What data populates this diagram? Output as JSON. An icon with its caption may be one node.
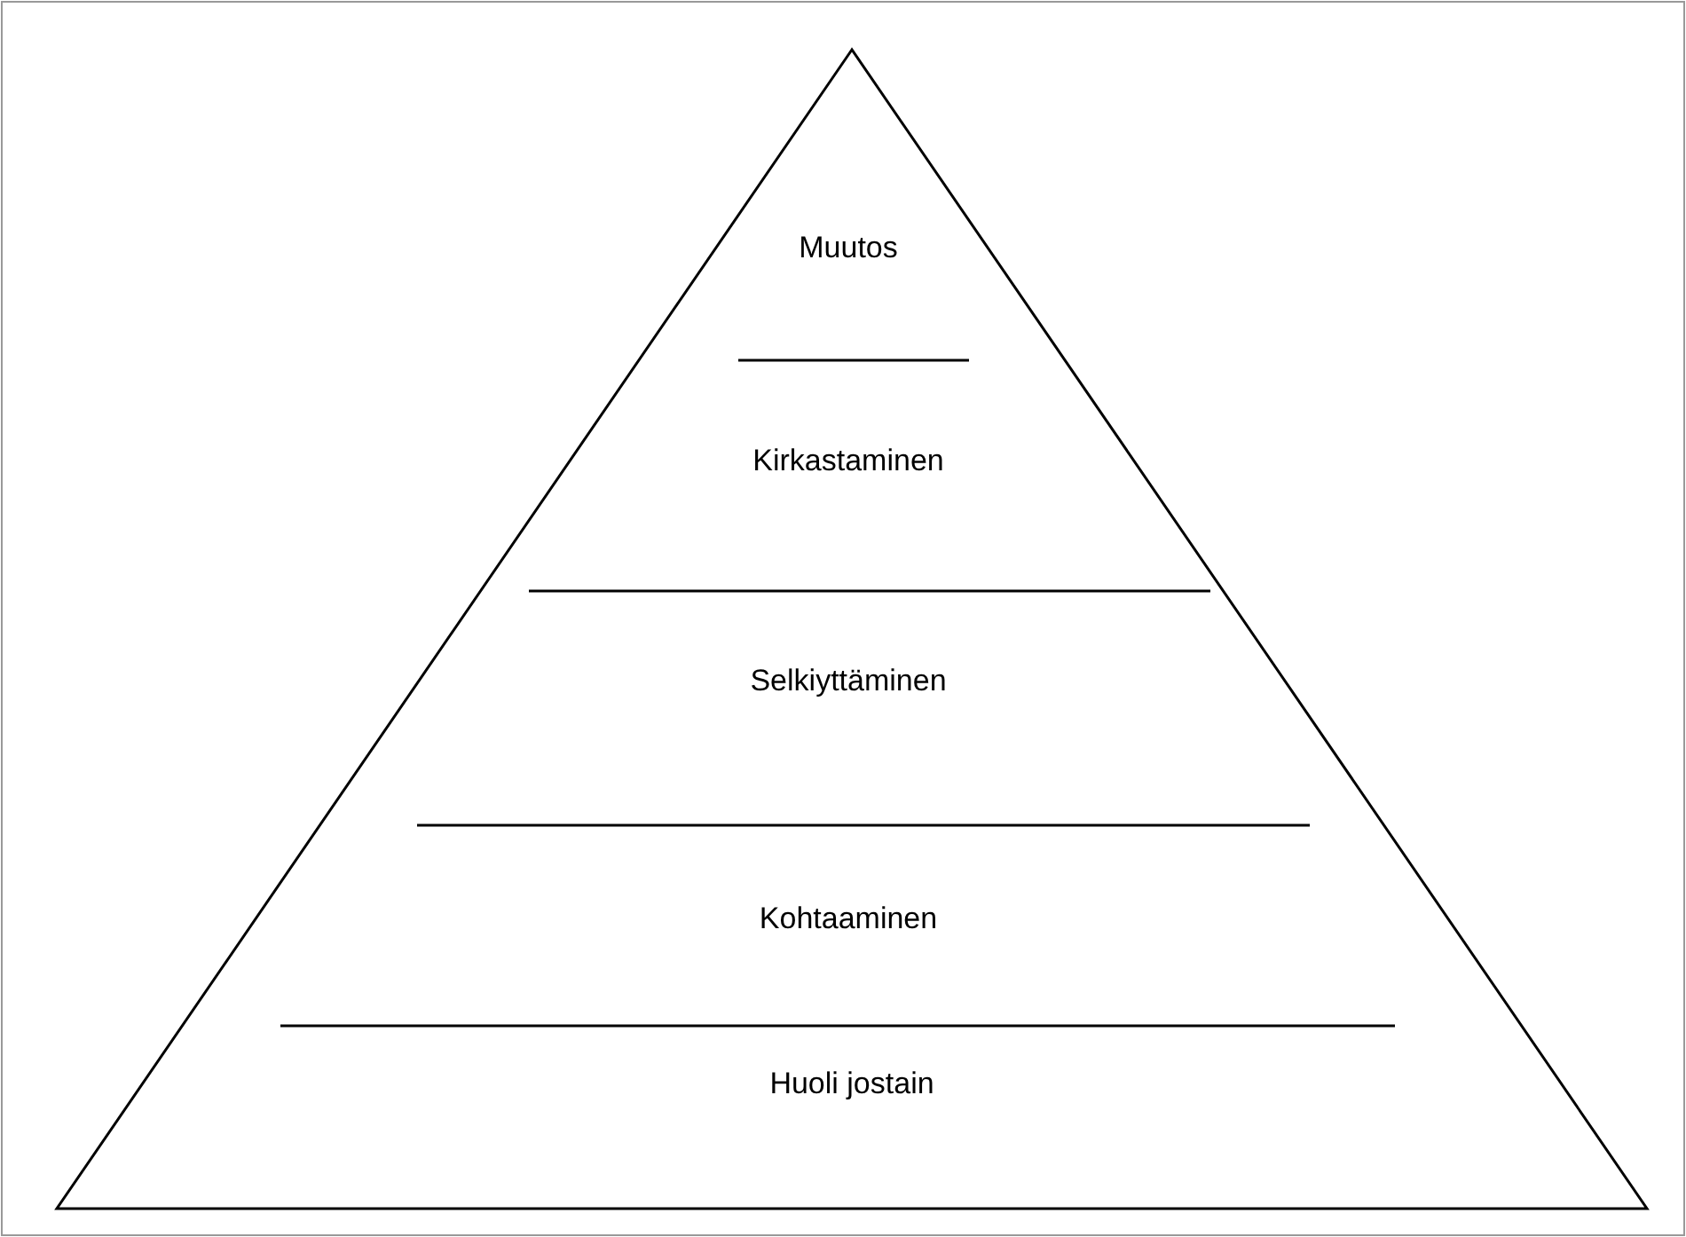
{
  "diagram": {
    "nodes": [
      {
        "text": [
          "Muutos"
        ]
      },
      {
        "text": [
          "Kirkastaminen"
        ]
      },
      {
        "text": [
          "Selkiyttäminen"
        ]
      },
      {
        "text": [
          "Kohtaaminen"
        ]
      },
      {
        "text": [
          "Huoli jostain"
        ]
      }
    ]
  }
}
